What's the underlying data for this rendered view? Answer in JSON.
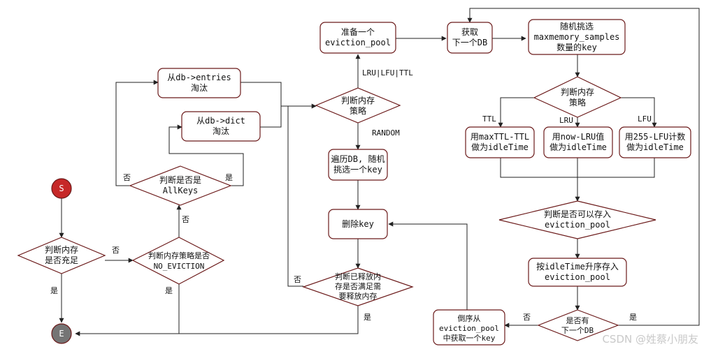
{
  "nodes": {
    "start": "S",
    "end": "E",
    "check_enough": [
      "判断内存",
      "是否充足"
    ],
    "check_no_eviction": [
      "判断内存策略是否",
      "NO_EVICTION"
    ],
    "check_allkeys": [
      "判断是否是",
      "AllKeys"
    ],
    "from_entries": [
      "从db->entries",
      "淘汰"
    ],
    "from_dict": [
      "从db->dict",
      "淘汰"
    ],
    "check_strategy": [
      "判断内存",
      "策略"
    ],
    "prepare_pool": [
      "准备一个",
      "eviction_pool"
    ],
    "random_pick": [
      "遍历DB, 随机",
      "挑选一个key"
    ],
    "delete_key": [
      "删除key"
    ],
    "check_released": [
      "判断已释放内",
      "存是否满足需",
      "要释放内存"
    ],
    "get_next_db": [
      "获取",
      "下一个DB"
    ],
    "random_sample": [
      "随机挑选",
      "maxmemory_samples",
      "数量的key"
    ],
    "check_strategy_2": [
      "判断内存",
      "策略"
    ],
    "ttl_box": [
      "用maxTTL-TTL",
      "做为idleTime"
    ],
    "lru_box": [
      "用now-LRU值",
      "做为idleTime"
    ],
    "lfu_box": [
      "用255-LFU计数",
      "做为idleTime"
    ],
    "check_can_store": [
      "判断是否可以存入",
      "eviction_pool"
    ],
    "store_pool": [
      "按idleTime升序存入",
      "eviction_pool"
    ],
    "check_next_db": [
      "是否有",
      "下一个DB"
    ],
    "reverse_pick": [
      "倒序从",
      "eviction_pool",
      "中获取一个key"
    ]
  },
  "edge_labels": {
    "no_1": "否",
    "yes_1": "是",
    "no_2": "否",
    "yes_2": "是",
    "no_3": "否",
    "yes_3": "是",
    "lru_lfu_ttl": "LRU|LFU|TTL",
    "random": "RANDOM",
    "no_4": "否",
    "yes_4": "是",
    "ttl": "TTL",
    "lru": "LRU",
    "lfu": "LFU",
    "no_5": "否",
    "yes_5": "是"
  },
  "colors": {
    "node_stroke": "#6b1a1a",
    "start_fill": "#c62828",
    "end_fill": "#757575",
    "edge": "#222222"
  },
  "watermark": "CSDN @姓蔡小朋友"
}
